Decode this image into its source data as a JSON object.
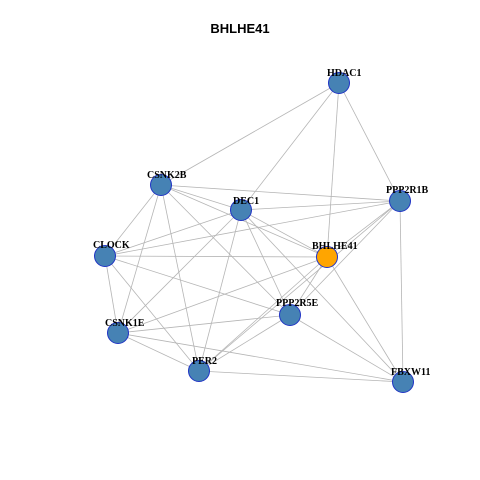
{
  "title": "BHLHE41",
  "colors": {
    "node_default": "#4682b4",
    "node_highlight": "#ffa500",
    "node_border": "#1f33c4",
    "edge": "#b5b5b5"
  },
  "nodes": [
    {
      "id": "HDAC1",
      "label": "HDAC1",
      "highlight": false
    },
    {
      "id": "CSNK2B",
      "label": "CSNK2B",
      "highlight": false
    },
    {
      "id": "DEC1",
      "label": "DEC1",
      "highlight": false
    },
    {
      "id": "PPP2R1B",
      "label": "PPP2R1B",
      "highlight": false
    },
    {
      "id": "CLOCK",
      "label": "CLOCK",
      "highlight": false
    },
    {
      "id": "BHLHE41",
      "label": "BHLHE41",
      "highlight": true
    },
    {
      "id": "PPP2R5E",
      "label": "PPP2R5E",
      "highlight": false
    },
    {
      "id": "CSNK1E",
      "label": "CSNK1E",
      "highlight": false
    },
    {
      "id": "PER2",
      "label": "PER2",
      "highlight": false
    },
    {
      "id": "FBXW11",
      "label": "FBXW11",
      "highlight": false
    }
  ],
  "edges": [
    [
      "HDAC1",
      "CSNK2B"
    ],
    [
      "HDAC1",
      "DEC1"
    ],
    [
      "HDAC1",
      "BHLHE41"
    ],
    [
      "HDAC1",
      "PPP2R1B"
    ],
    [
      "CSNK2B",
      "DEC1"
    ],
    [
      "CSNK2B",
      "PPP2R1B"
    ],
    [
      "CSNK2B",
      "BHLHE41"
    ],
    [
      "CSNK2B",
      "CLOCK"
    ],
    [
      "CSNK2B",
      "CSNK1E"
    ],
    [
      "CSNK2B",
      "PER2"
    ],
    [
      "CSNK2B",
      "PPP2R5E"
    ],
    [
      "DEC1",
      "PPP2R1B"
    ],
    [
      "DEC1",
      "CLOCK"
    ],
    [
      "DEC1",
      "BHLHE41"
    ],
    [
      "DEC1",
      "PPP2R5E"
    ],
    [
      "DEC1",
      "CSNK1E"
    ],
    [
      "DEC1",
      "PER2"
    ],
    [
      "DEC1",
      "FBXW11"
    ],
    [
      "PPP2R1B",
      "CLOCK"
    ],
    [
      "PPP2R1B",
      "BHLHE41"
    ],
    [
      "PPP2R1B",
      "PPP2R5E"
    ],
    [
      "PPP2R1B",
      "FBXW11"
    ],
    [
      "PPP2R1B",
      "PER2"
    ],
    [
      "CLOCK",
      "BHLHE41"
    ],
    [
      "CLOCK",
      "PPP2R5E"
    ],
    [
      "CLOCK",
      "CSNK1E"
    ],
    [
      "CLOCK",
      "PER2"
    ],
    [
      "BHLHE41",
      "PPP2R5E"
    ],
    [
      "BHLHE41",
      "CSNK1E"
    ],
    [
      "BHLHE41",
      "PER2"
    ],
    [
      "BHLHE41",
      "FBXW11"
    ],
    [
      "PPP2R5E",
      "CSNK1E"
    ],
    [
      "PPP2R5E",
      "PER2"
    ],
    [
      "PPP2R5E",
      "FBXW11"
    ],
    [
      "CSNK1E",
      "PER2"
    ],
    [
      "CSNK1E",
      "FBXW11"
    ],
    [
      "PER2",
      "FBXW11"
    ]
  ]
}
